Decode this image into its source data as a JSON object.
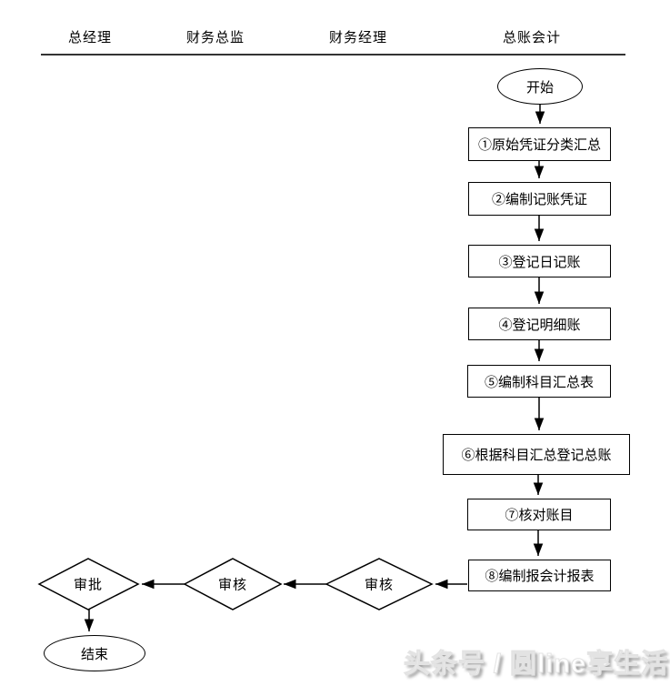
{
  "header": {
    "lanes": [
      {
        "label": "总经理"
      },
      {
        "label": "财务总监"
      },
      {
        "label": "财务经理"
      },
      {
        "label": "总账会计"
      }
    ]
  },
  "flow": {
    "start": {
      "label": "开始"
    },
    "steps": [
      {
        "label": "①原始凭证分类汇总"
      },
      {
        "label": "②编制记账凭证"
      },
      {
        "label": "③登记日记账"
      },
      {
        "label": "④登记明细账"
      },
      {
        "label": "⑤编制科目汇总表"
      },
      {
        "label": "⑥根据科目汇总登记总账"
      },
      {
        "label": "⑦核对账目"
      },
      {
        "label": "⑧编制报会计报表"
      }
    ],
    "decisions": [
      {
        "label": "审核",
        "lane": "财务经理"
      },
      {
        "label": "审核",
        "lane": "财务总监"
      },
      {
        "label": "审批",
        "lane": "总经理"
      }
    ],
    "end": {
      "label": "结束"
    }
  },
  "watermark": {
    "text": "头条号 / 圆line享生活"
  },
  "colors": {
    "line": "#000000",
    "rule": "#333333",
    "background": "#ffffff",
    "watermark_shadow": "#999999"
  }
}
